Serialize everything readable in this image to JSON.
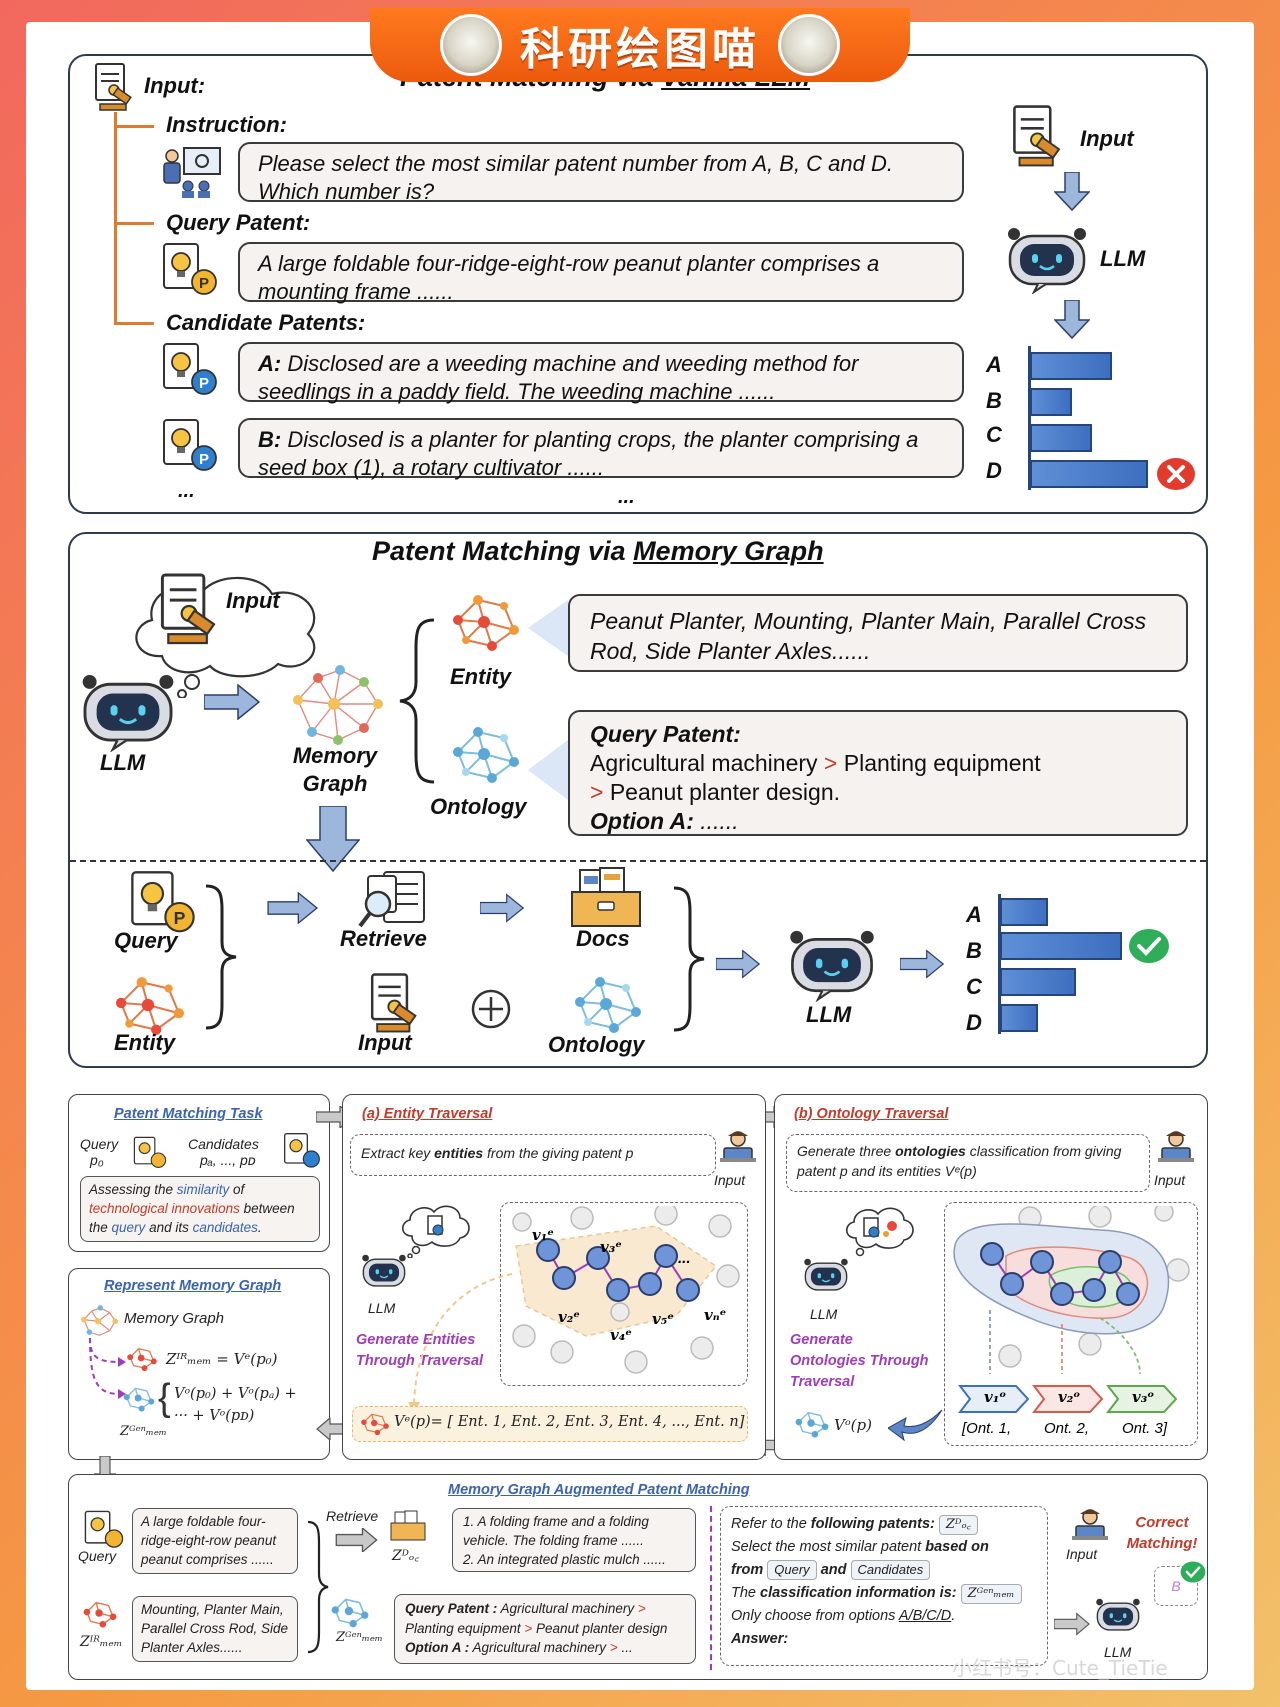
{
  "banner": {
    "title": "科研绘图喵"
  },
  "vanilla": {
    "title_pre": "Patent Matching via ",
    "title_u": "Vanilla LLM",
    "input_label": "Input:",
    "instruction_label": "Instruction:",
    "instruction_text": "Please select the most similar patent number from A, B, C and D. Which number is?",
    "query_label": "Query Patent:",
    "query_text": "A large foldable four-ridge-eight-row peanut planter comprises a mounting frame ......",
    "candidates_label": "Candidate Patents:",
    "cand_a_key": "A:",
    "cand_a_text": " Disclosed are a weeding machine and weeding method for seedlings in a paddy field. The weeding machine ......",
    "cand_b_key": "B:",
    "cand_b_text": " Disclosed is a planter for planting crops, the planter comprising a seed box (1), a rotary cultivator ......",
    "ellipsis_left": "...",
    "ellipsis_mid": "...",
    "flow_input": "Input",
    "flow_llm": "LLM",
    "chart_labels": [
      "A",
      "B",
      "C",
      "D"
    ]
  },
  "memory": {
    "title_pre": "Patent Matching via ",
    "title_u": "Memory Graph",
    "input": "Input",
    "llm": "LLM",
    "memory_graph": "Memory Graph",
    "entity": "Entity",
    "ontology": "Ontology",
    "entity_text": "Peanut Planter, Mounting, Planter Main, Parallel Cross Rod, Side Planter Axles......",
    "ont_query_label": "Query Patent:",
    "ont_line1_a": "Agricultural machinery ",
    "ont_sep": ">",
    "ont_line1_b": " Planting equipment",
    "ont_line2": " Peanut planter design.",
    "ont_option": "Option A:",
    "ont_option_rest": " ......",
    "query": "Query",
    "entity2": "Entity",
    "retrieve": "Retrieve",
    "docs": "Docs",
    "input2": "Input",
    "ontology2": "Ontology",
    "llm2": "LLM",
    "chart_labels": [
      "A",
      "B",
      "C",
      "D"
    ]
  },
  "task": {
    "title": "Patent Matching Task",
    "query": "Query",
    "p0": "p₀",
    "candidates": "Candidates",
    "cands": "pₐ, ..., pᴅ",
    "desc_1": "Assessing the ",
    "desc_sim": "similarity",
    "desc_2": " of ",
    "desc_tech": "technological innovations",
    "desc_3": " between the ",
    "desc_query": "query",
    "desc_4": " and its ",
    "desc_cand": "candidates",
    "desc_5": "."
  },
  "represent": {
    "title": "Represent Memory Graph",
    "memory_graph": "Memory Graph",
    "z_ir": "Zᴵᴿₘₑₘ = Vᵉ(p₀)",
    "z_gen_1": "Vᵒ(p₀) + Vᵒ(pₐ) +",
    "z_gen_2": "··· + Vᵒ(pᴅ)",
    "z_gen_label": "Zᴳᵉⁿₘₑₘ"
  },
  "entity_trav": {
    "title": "(a) Entity Traversal",
    "extract_1": "Extract key ",
    "extract_bold": "entities",
    "extract_2": " from the giving patent p",
    "input": "Input",
    "llm": "LLM",
    "gen": "Generate Entities Through Traversal",
    "nodes": [
      "v₁ᵉ",
      "v₃ᵉ",
      "v₂ᵉ",
      "v₄ᵉ",
      "v₅ᵉ",
      "vₙᵉ",
      "..."
    ],
    "result": "Vᵉ(p)= [ Ent. 1, Ent. 2, Ent. 3, Ent. 4, ..., Ent. n]"
  },
  "ont_trav": {
    "title": "(b) Ontology Traversal",
    "gen_1": "Generate three ",
    "gen_bold": "ontologies",
    "gen_2": " classification from giving patent p",
    "gen_3": " and its entities Vᵉ(p)",
    "input": "Input",
    "llm": "LLM",
    "gen": "Generate Ontologies Through Traversal",
    "v1": "v₁ᵒ",
    "v2": "v₂ᵒ",
    "v3": "v₃ᵒ",
    "ont1": "[Ont. 1,",
    "ont2": "Ont. 2,",
    "ont3": "Ont. 3]",
    "vo": "Vᵒ(p)"
  },
  "augmented": {
    "title": "Memory Graph Augmented Patent Matching",
    "query": "Query",
    "query_text": "A large foldable four-ridge-eight-row peanut peanut comprises ......",
    "z_ir": "Zᴵᴿₘₑₘ",
    "entity_text": "Mounting, Planter Main, Parallel Cross Rod, Side Planter Axles......",
    "retrieve": "Retrieve",
    "z_doc": "Zᴰₒ꜀",
    "docs_1": "1. A folding frame and a folding vehicle. The folding frame ......",
    "docs_2": "2. An integrated plastic mulch ......",
    "z_gen": "Zᴳᵉⁿₘₑₘ",
    "ont_q": "Query Patent :",
    "ont_q_1": " Agricultural machinery ",
    "ont_q_2": "Planting equipment ",
    "ont_q_3": " Peanut planter design",
    "ont_a": "Option A :",
    "ont_a_1": " Agricultural machinery ",
    "ont_a_2": " ...",
    "sep": ">",
    "p_refer": "Refer to the ",
    "p_refer_b": "following patents:",
    "p_zdoc": "Zᴰₒ꜀",
    "p_select": "Select the most similar patent ",
    "p_select_b": "based on",
    "p_from": "from",
    "p_query": "Query",
    "p_and": "and",
    "p_cand": "Candidates",
    "p_class": "The ",
    "p_class_b": "classification information is:",
    "p_zgen": "Zᴳᵉⁿₘₑₘ",
    "p_only": "Only choose from options ",
    "p_only_u": "A/B/C/D",
    "p_only_end": ".",
    "p_answer": "Answer:",
    "input": "Input",
    "llm": "LLM",
    "correct": "Correct Matching!",
    "answer_b": "B",
    "watermark": "小红书号：Cute_TieTie"
  },
  "colors": {
    "accent_blue": "#3d6fc0",
    "accent_red": "#c23b2b",
    "accent_purple": "#a03cb8",
    "banner": "#ec5a0d"
  }
}
